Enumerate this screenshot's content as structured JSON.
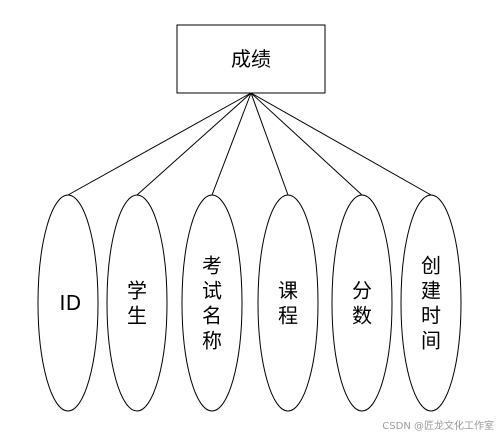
{
  "entity": {
    "name": "成绩"
  },
  "attributes": [
    {
      "chars": [
        "I",
        "D"
      ],
      "layout": "horizontal"
    },
    {
      "chars": [
        "学",
        "生"
      ],
      "layout": "vertical"
    },
    {
      "chars": [
        "考",
        "试",
        "名",
        "称"
      ],
      "layout": "vertical"
    },
    {
      "chars": [
        "课",
        "程"
      ],
      "layout": "vertical"
    },
    {
      "chars": [
        "分",
        "数"
      ],
      "layout": "vertical"
    },
    {
      "chars": [
        "创",
        "建",
        "时",
        "间"
      ],
      "layout": "vertical"
    }
  ],
  "watermark": "CSDN @匠龙文化工作室"
}
